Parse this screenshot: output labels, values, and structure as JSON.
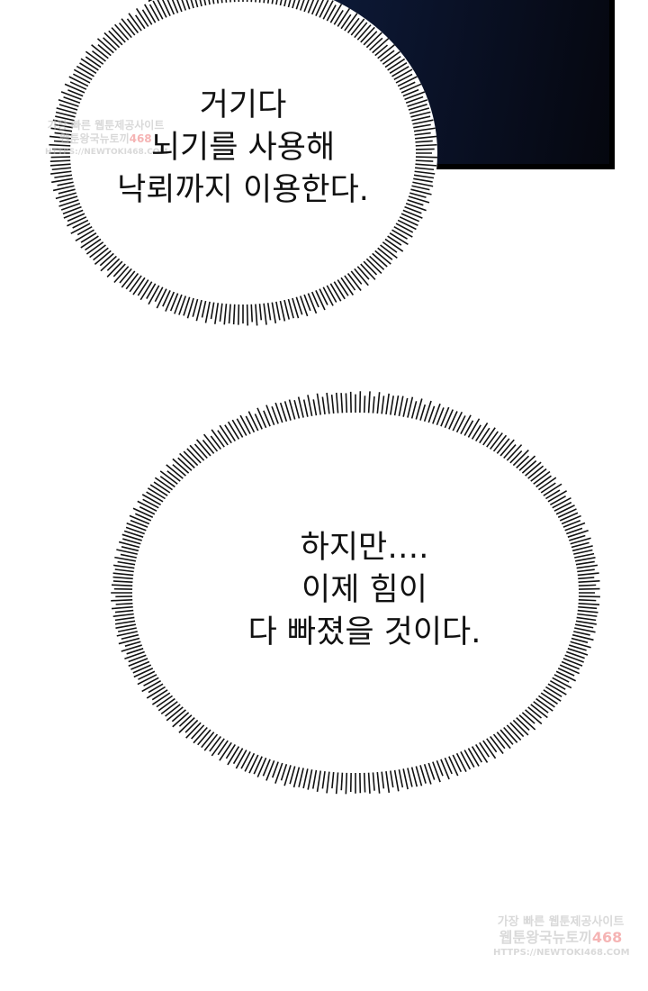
{
  "bubble_1": {
    "lines": [
      "거기다",
      "뇌기를 사용해",
      "낙뢰까지 이용한다."
    ]
  },
  "bubble_2": {
    "lines": [
      "하지만….",
      "이제 힘이",
      "다 빠졌을 것이다."
    ]
  },
  "watermark": {
    "line1": "가장 빠른 웹툰제공사이트",
    "line2": "웹툰왕국뉴토끼",
    "line2_number": "468",
    "line3": "HTTPS://NEWTOKI468.COM"
  },
  "colors": {
    "panel_blue": "#3f6fd8",
    "panel_dark": "#0a1228"
  }
}
